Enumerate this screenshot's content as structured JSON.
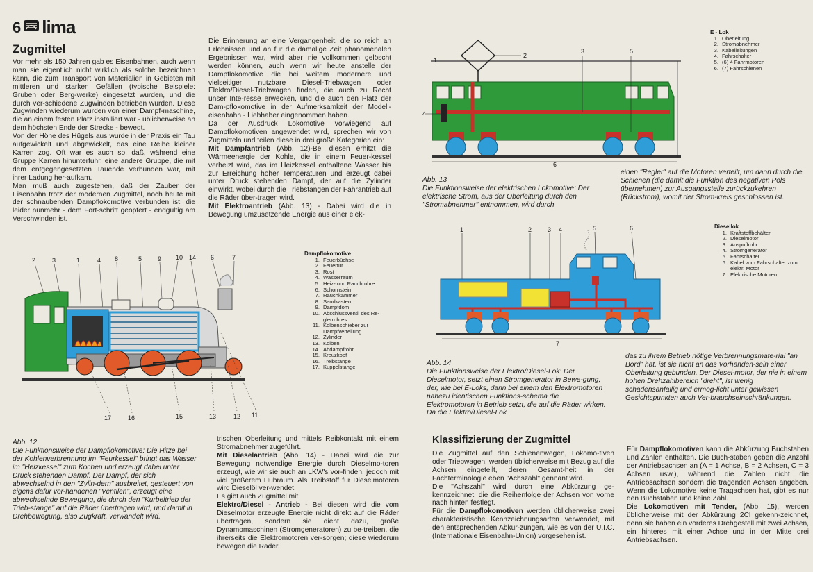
{
  "page": {
    "number": "6",
    "brand": "lima"
  },
  "colors": {
    "green": "#2f9a3a",
    "red": "#c8302a",
    "blue": "#2f9ed8",
    "yellow": "#f2e234",
    "orange": "#e05a2a",
    "grey": "#9a9a9a",
    "paper": "#ece9e0"
  },
  "heading1": "Zugmittel",
  "heading2": "Klassifizierung der Zugmittel",
  "col1_text": "Vor mehr als 150 Jahren gab es Eisenbahnen, auch wenn man sie eigentlich nicht wirklich als solche bezeichnen kann, die zum Transport von Materialien in Gebieten mit mittleren und starken Gefällen (typische Beispiele: Gruben oder Berg-werke) eingesetzt wurden, und die durch ver-schiedene Zugwinden betrieben wurden. Diese Zugwinden wiederum wurden von einer Dampf-maschine, die an einem festen Platz installiert war - üblicherweise an dem höchsten Ende der Strecke - bewegt.\nVon der Höhe des Hügels aus wurde in der Praxis ein Tau aufgewickelt und abgewickelt, das eine Reihe kleiner Karren zog. Oft war es auch so, daß, während eine Gruppe Karren hinunterfuhr, eine andere Gruppe, die mit dem entgegengesetzten Tauende verbunden war, mit ihrer Ladung her-aufkam.\nMan muß auch zugestehen, daß der Zauber der Eisenbahn trotz der modernen Zugmittel, noch heute mit der schnaubenden Dampflokomotive verbunden ist, die leider nunmehr - dem Fort-schritt geopfert - endgültig am Verschwinden ist.",
  "col2": {
    "intro": "Die Erinnerung an eine Vergangenheit, die so reich an Erlebnissen und an für die damalige Zeit phänomenalen Ergebnissen war, wird aber nie vollkommen gelöscht werden können, auch wenn wir heute anstelle der Dampflokomotive die bei weitem modernere und vielseitiger nutzbare Diesel-Triebwagen oder Elektro/Diesel-Triebwagen finden, die auch zu Recht unser Inte-resse erwecken, und die auch den Platz der Dam-pflokomotive in der Aufmerksamkeit der Modell-eisenbahn - Liebhaber eingenommen haben.\nDa der Ausdruck Lokomotive vorwiegend auf Dampflokomotiven angewendet wird, sprechen wir von Zugmitteln und teilen diese in drei große Kategorien ein:",
    "dampf_label": "Mit Dampfantrieb",
    "dampf_text": " (Abb. 12)-Bei diesen erhitzt die Wärmeenergie der Kohle, die in einem Feuer-kessel verheizt wird, das im Heizkessel enthaltene Wasser bis zur Erreichung hoher Temperaturen und erzeugt dabei unter Druck stehenden Dampf, der auf die Zylinder einwirkt, wobei durch die Triebstangen der Fahrantrieb auf die Räder über-tragen wird.",
    "elektro_label": "Mit Elektroantrieb",
    "elektro_text": " (Abb. 13) - Dabei wird die in Bewegung umzusetzende Energie aus einer elek-"
  },
  "col2b": {
    "cont": "trischen Oberleitung und mittels Reibkontakt mit einem Stromabnehmer zugeführt.",
    "diesel_label": "Mit Dieselantrieb",
    "diesel_text": " (Abb. 14) - Dabei wird die zur Bewegung notwendige Energie durch Dieselmo-toren erzeugt, wie wir sie auch an LKW's vor-finden, jedoch mit viel größerem Hubraum. Als Treibstoff für Dieselmotoren wird Dieselöl ver-wendet.\nEs gibt auch Zugmittel mit",
    "ed_label": "Elektro/Diesel - Antrieb",
    "ed_text": " - Bei diesen wird die vom Dieselmotor erzeugte Energie nicht direkt auf die Räder übertragen, sondern sie dient dazu, große Dynamomaschinen (Stromgeneratoren) zu be-treiben, die ihrerseits die Elektromotoren ver-sorgen; diese wiederum bewegen die Räder."
  },
  "fig12": {
    "caption": "Abb. 12\nDie Funktionsweise der Dampflokomotive: Die Hitze bei der Kohlenverbrennung im \"Feurkessel\" bringt das Wasser im \"Heizkessel\" zum Kochen und erzeugt dabei unter Druck stehenden Dampf. Der Dampf, der sich abwechselnd in den \"Zylin-dern\" ausbreitet, gesteuert von eigens dafür vor-handenen \"Ventilen\", erzeugt eine abwechselnde Bewegung, die durch den \"Kurbeltrieb der Trieb-stange\" auf die Räder übertragen wird, und damit in Drehbewegung, also Zugkraft, verwandelt wird.",
    "top_numbers": [
      "2",
      "3",
      "1",
      "4",
      "8",
      "5",
      "9",
      "10",
      "14",
      "6",
      "7"
    ],
    "bottom_numbers": [
      "17",
      "16",
      "15",
      "13",
      "12",
      "11"
    ]
  },
  "legend_dampf": {
    "title": "Dampflokomotive",
    "items": [
      "Feuerbüchse",
      "Feuertür",
      "Rost",
      "Wasserraum",
      "Heiz- und Rauchrohre",
      "Schornstein",
      "Rauchkammer",
      "Sandkasten",
      "Dampfdom",
      "Abschlussventil des Re-glerrohres",
      "Kolbenschieber zur Dampfverteilung",
      "Zylinder",
      "Kolben",
      "Abdampfrohr",
      "Kreuzkopf",
      "Treibstange",
      "Kuppelstange"
    ]
  },
  "fig13": {
    "caption": "Abb. 13\nDie Funktionsweise der elektrischen Lokomotive: Der elektrische Strom, aus der Oberleitung durch den \"Stromabnehmer\" entnommen, wird durch",
    "labels": [
      "1",
      "2",
      "3",
      "5",
      "4",
      "6"
    ],
    "side_text": "einen \"Regler\" auf die Motoren verteilt, um dann durch die Schienen (die damit die Funktion des negativen Pols übernehmen) zur Ausgangsstelle zurückzukehren (Rückstrom), womit der Strom-kreis geschlossen ist."
  },
  "legend_elok": {
    "title": "E - Lok",
    "items": [
      "Oberleitung",
      "Stromabnehmer",
      "Kabelleitungen",
      "Fahrschalter",
      "(6) 4 Fahrmotoren",
      "(7) Fahrschienen"
    ]
  },
  "fig14": {
    "caption": "Abb. 14\nDie Funktionsweise der Elektro/Diesel-Lok: Der Dieselmotor, setzt einen Stromgenerator in Bewe-gung, der, wie bei E-Loks, dann bei einem den Elektromotoren nahezu identischen Funktions-schema die Elektromotoren in Betrieb setzt, die auf die Räder wirken. Da die Elektro/Diesel-Lok",
    "labels": [
      "1",
      "2",
      "3",
      "4",
      "5",
      "6",
      "7"
    ],
    "side_text": "das zu ihrem Betrieb nötige Verbrennungsmate-rial \"an Bord\" hat, ist sie nicht an das Vorhanden-sein einer Oberleitung gebunden. Der Diesel-motor, der nie in einem hohen Drehzahlbereich \"dreht\", ist wenig schadensanfällig und ermög-licht unter gewissen Gesichtspunkten auch Ver-brauchseinschränkungen."
  },
  "legend_diesel": {
    "title": "Diesellok",
    "items": [
      "Kraftstoffbehälter",
      "Dieselmotor",
      "Auspuffrohr",
      "Stromgenerator",
      "Fahrschalter",
      "Kabel vom Fahrschalter zum elektr. Motor",
      "Elektrische Motoren"
    ]
  },
  "col3": {
    "text1": "Die Zugmittel auf den Schienenwegen, Lokomo-tiven oder Triebwagen, werden üblicherweise mit Bezug auf die Achsen eingeteilt, deren Gesamt-heit in der Fachterminologie eben \"Achszahl\" gennant wird.\nDie \"Achszahl\" wird durch eine Abkürzung ge-kennzeichnet, die die Reihenfolge der Achsen von vorne nach hinten festlegt.\nFür die ",
    "b1": "Dampflokomotiven",
    "text2": " werden üblicherweise zwei charakteristische Kennzeichnungsarten verwendet, mit den entsprechenden Abkür-zungen, wie es von der U.I.C. (Internationale Eisenbahn-Union) vorgesehen ist."
  },
  "col4": {
    "pre": "Für ",
    "b1": "Dampflokomotiven",
    "text1": " kann die Abkürzung Buchstaben und Zahlen enthalten. Die Buch-staben geben die Anzahl der Antriebsachsen an (A = 1 Achse, B = 2 Achsen, C = 3 Achsen usw.), während die Zahlen nicht die Antriebsachsen sondern die tragenden Achsen angeben. Wenn die Lokomotive keine Tragachsen hat, gibt es nur den Buchstaben und keine Zahl.\nDie ",
    "b2": "Lokomotiven mit Tender,",
    "text2": " (Abb. 15), werden üblicherweise mit der Abkürzung 2Cl gekenn-zeichnet, denn sie haben ein vorderes Drehgestell mit zwei Achsen, ein hinteres mit einer Achse und in der Mitte drei Antriebsachsen."
  }
}
